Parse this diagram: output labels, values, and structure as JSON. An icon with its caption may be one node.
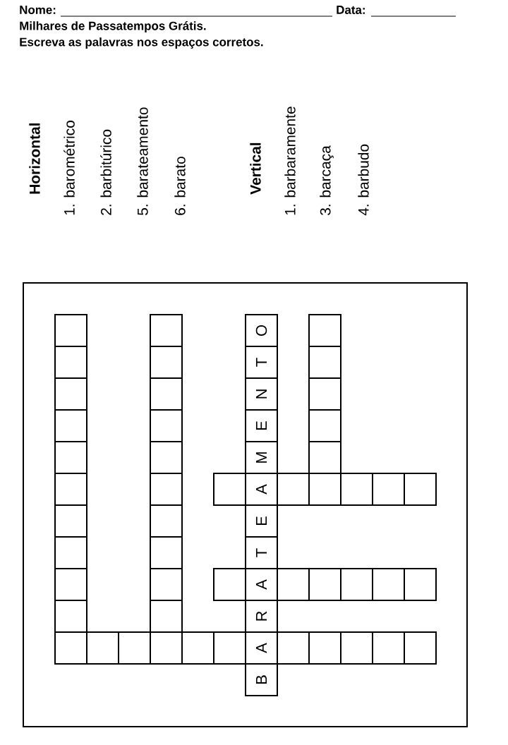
{
  "diagram": {
    "labels": [
      "Nome:",
      "Data:",
      "Milhares de Passatempos Grátis.",
      "Escreva as palavras nos espaços corretos.",
      "Horizontal",
      "1. barométrico",
      "2. barbitúrico",
      "5. barateamento",
      "6. barato",
      "Vertical",
      "1. barbaramente",
      "3. barcaça",
      "4. barbudo",
      "B",
      "A",
      "R",
      "A",
      "T",
      "E",
      "A",
      "M",
      "E",
      "N",
      "T",
      "O"
    ]
  }
}
